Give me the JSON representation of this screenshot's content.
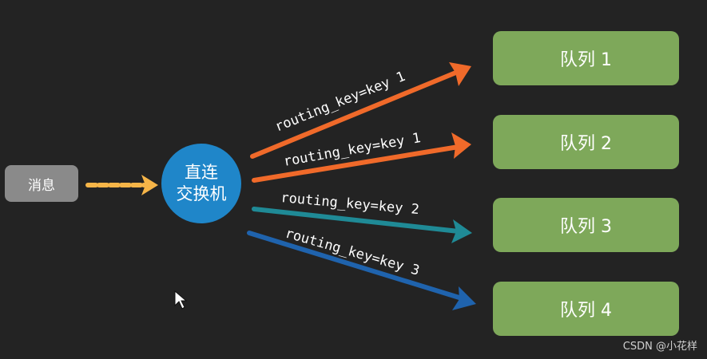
{
  "message": {
    "label": "消息"
  },
  "exchange": {
    "line1": "直连",
    "line2": "交换机"
  },
  "queues": [
    {
      "label": "队列 1"
    },
    {
      "label": "队列 2"
    },
    {
      "label": "队列 3"
    },
    {
      "label": "队列 4"
    }
  ],
  "edges": [
    {
      "label": "routing_key=key 1",
      "from": "exchange",
      "to": "queues.0",
      "color": "#f06a2a"
    },
    {
      "label": "routing_key=key 1",
      "from": "exchange",
      "to": "queues.1",
      "color": "#f06a2a"
    },
    {
      "label": "routing_key=key 2",
      "from": "exchange",
      "to": "queues.2",
      "color": "#1f8a96"
    },
    {
      "label": "routing_key=key 3",
      "from": "exchange",
      "to": "queues.3",
      "color": "#1f63ad"
    }
  ],
  "input_edge": {
    "from": "message",
    "to": "exchange",
    "color": "#f6b548"
  },
  "watermark": "CSDN @小花样"
}
